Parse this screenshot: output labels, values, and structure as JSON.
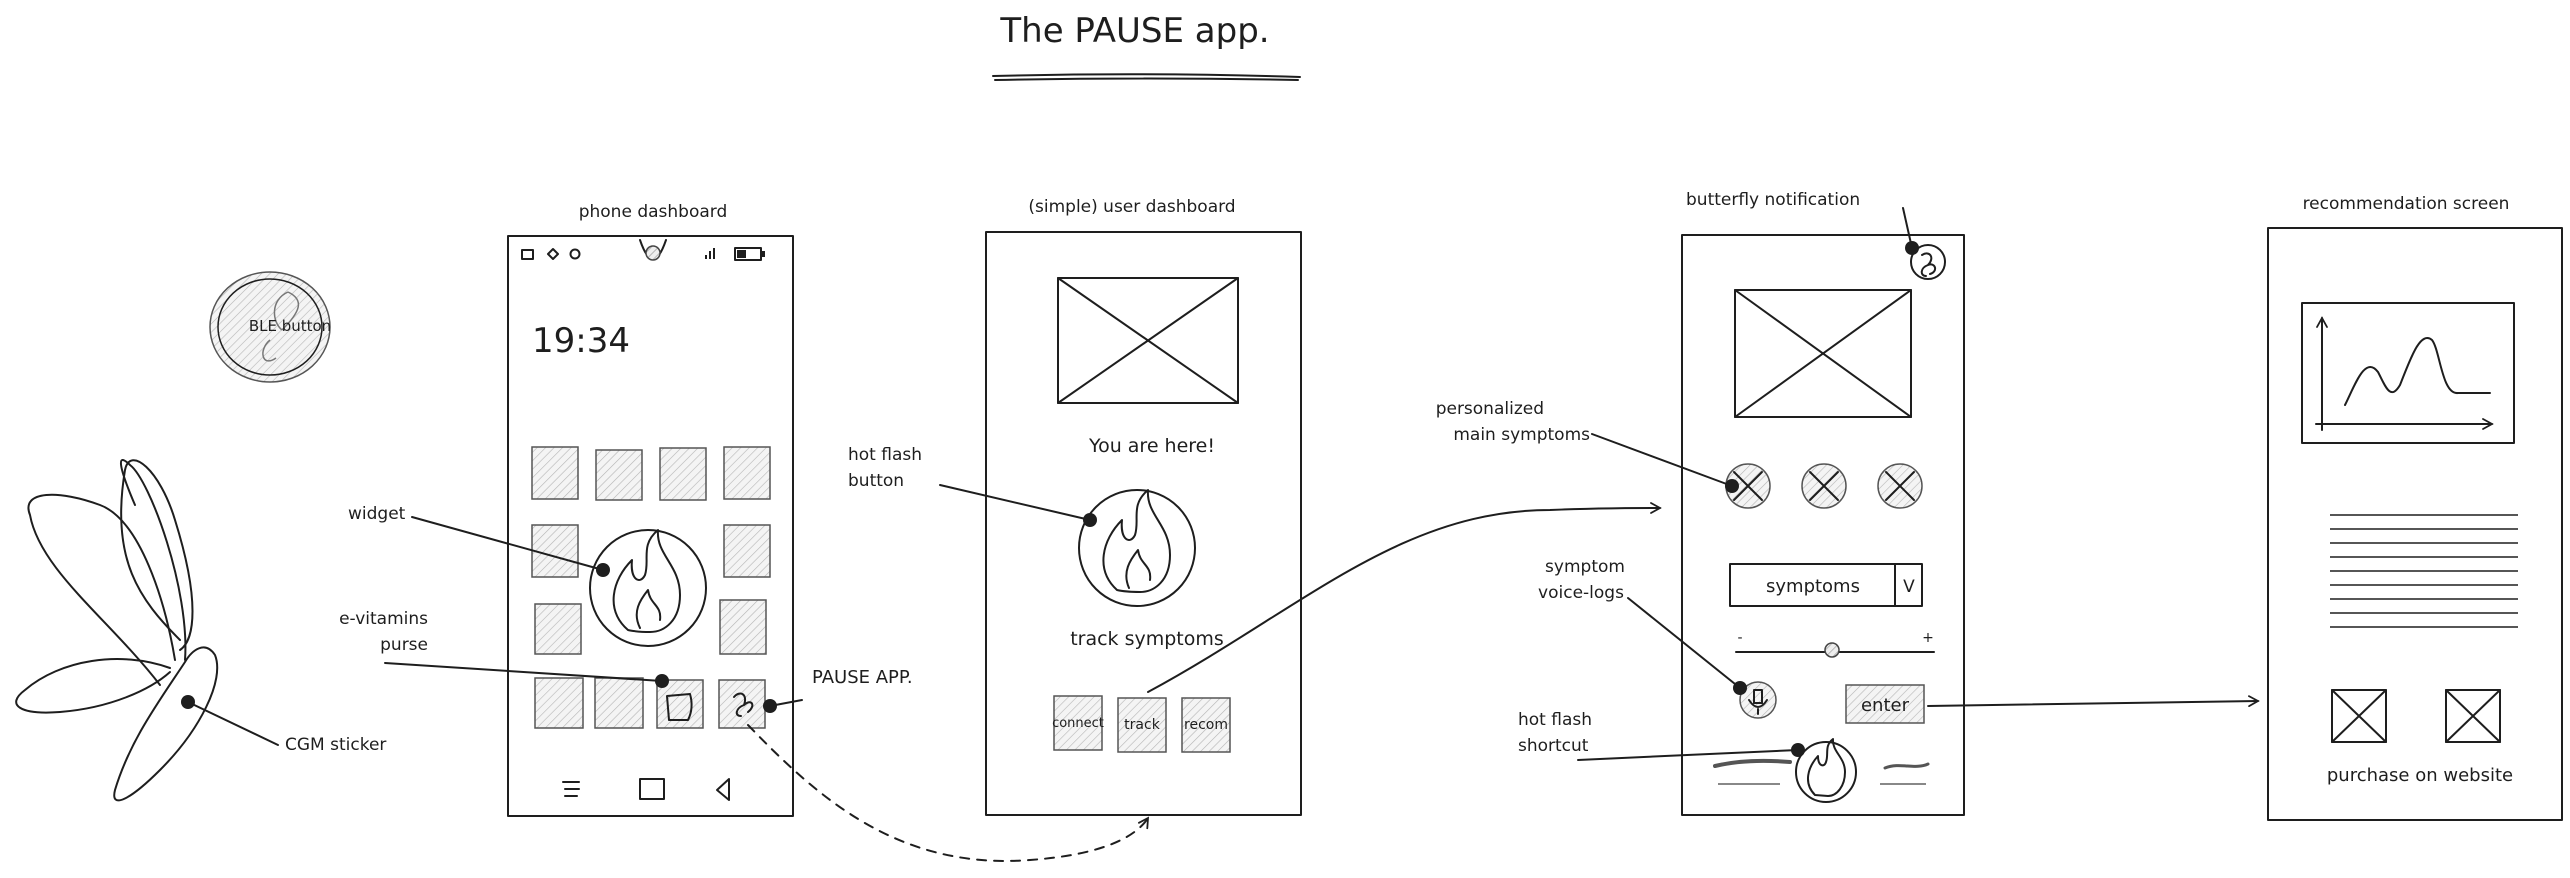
{
  "title": "The PAUSE app.",
  "screens": {
    "phone": {
      "label": "phone dashboard",
      "clock": "19:34",
      "pause_app_label": "PAUSE APP."
    },
    "user": {
      "label": "(simple) user dashboard",
      "you_are_here": "You are here!",
      "track_symptoms": "track symptoms",
      "buttons": [
        "connect",
        "track",
        "recom"
      ]
    },
    "notification": {
      "label": "butterfly notification",
      "symptoms_select": "symptoms",
      "select_caret": "V",
      "enter_button": "enter",
      "slider_min": "-",
      "slider_max": "+"
    },
    "recommendation": {
      "label": "recommendation screen",
      "purchase": "purchase on website"
    }
  },
  "annotations": {
    "ble_button": "BLE button",
    "widget": "widget",
    "evitamins_line1": "e-vitamins",
    "evitamins_line2": "purse",
    "cgm_sticker": "CGM sticker",
    "hot_flash_button_line1": "hot flash",
    "hot_flash_button_line2": "button",
    "personalized_line1": "personalized",
    "personalized_line2": "main symptoms",
    "voice_logs_line1": "symptom",
    "voice_logs_line2": "voice-logs",
    "hot_flash_shortcut_line1": "hot flash",
    "hot_flash_shortcut_line2": "shortcut"
  },
  "colors": {
    "ink": "#1e1e1e",
    "hatch": "#9a9a9a",
    "background": "#ffffff"
  }
}
